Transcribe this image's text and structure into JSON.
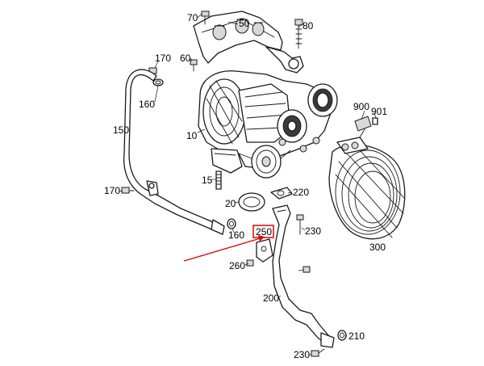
{
  "labels": {
    "p70": "70",
    "p50": "50",
    "p80": "80",
    "p170_top": "170",
    "p60": "60",
    "p160_top": "160",
    "p150": "150",
    "p10": "10",
    "p900": "900",
    "p901": "901",
    "p15": "15",
    "p170_left": "170",
    "p220": "220",
    "p20": "20",
    "p160_mid": "160",
    "p250": "250",
    "p230_mid": "230",
    "p300": "300",
    "p260": "260",
    "p200": "200",
    "p210": "210",
    "p230_bottom": "230"
  },
  "highlight": {
    "part": "250",
    "color": "#e00000"
  }
}
